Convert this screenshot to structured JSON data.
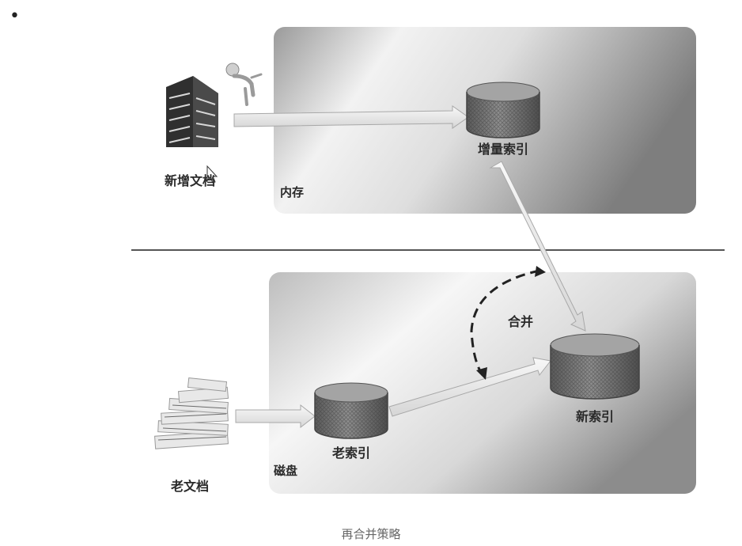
{
  "bullet": "•",
  "regions": {
    "memory_label": "内存",
    "disk_label": "磁盘"
  },
  "documents": {
    "new_docs": "新增文档",
    "old_docs": "老文档"
  },
  "indexes": {
    "incremental": "增量索引",
    "old": "老索引",
    "new": "新索引"
  },
  "merge_label": "合并",
  "caption": "再合并策略",
  "icons": [
    "building-icon",
    "person-icon",
    "document-stack-icon",
    "mouse-cursor-icon"
  ],
  "colors": {
    "panel_light": "#f4f4f4",
    "panel_dark": "#8a8a8a",
    "cylinder_body": "#6a6a6a",
    "cylinder_top": "#b0b0b0",
    "arrow_fill": "#ececec",
    "arrow_stroke": "#a8a8a8",
    "divider": "#555555"
  }
}
